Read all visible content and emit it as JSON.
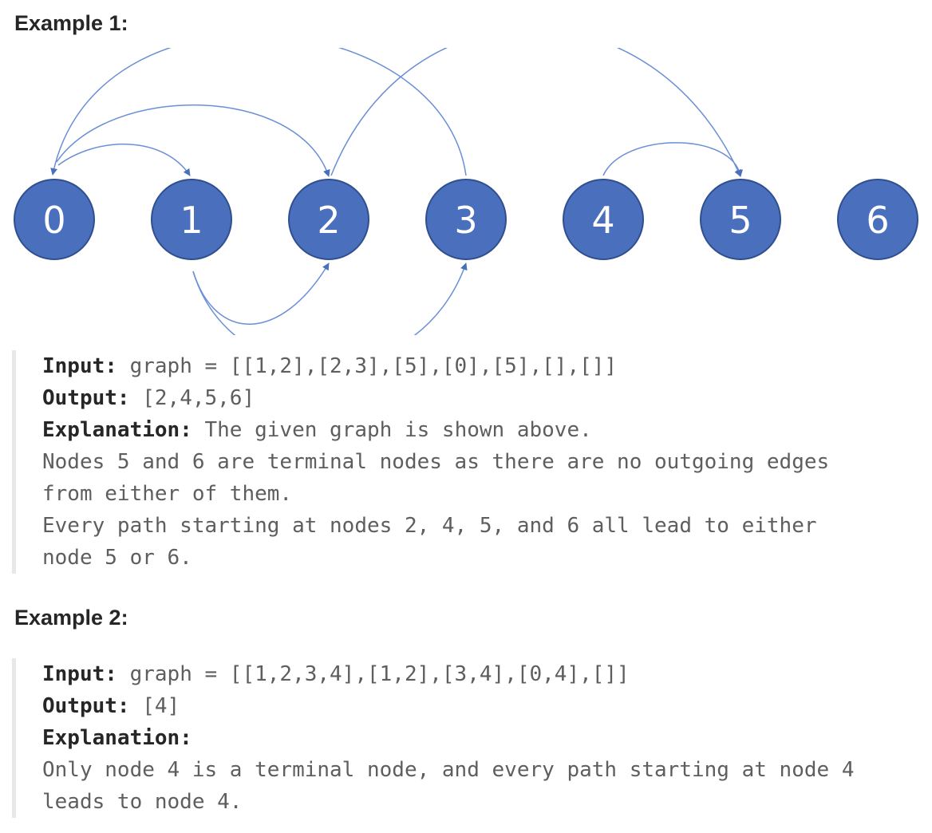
{
  "example1": {
    "heading": "Example 1:",
    "input_label": "Input:",
    "input_value": " graph = [[1,2],[2,3],[5],[0],[5],[],[]]",
    "output_label": "Output:",
    "output_value": " [2,4,5,6]",
    "explanation_label": "Explanation:",
    "explanation_value": " The given graph is shown above.",
    "explanation_lines": [
      "Nodes 5 and 6 are terminal nodes as there are no outgoing edges",
      "from either of them.",
      "Every path starting at nodes 2, 4, 5, and 6 all lead to either",
      "node 5 or 6."
    ],
    "graph": {
      "nodes": [
        "0",
        "1",
        "2",
        "3",
        "4",
        "5",
        "6"
      ],
      "edges": [
        [
          0,
          1
        ],
        [
          0,
          2
        ],
        [
          1,
          2
        ],
        [
          1,
          3
        ],
        [
          2,
          5
        ],
        [
          3,
          0
        ],
        [
          4,
          5
        ]
      ],
      "node_color": "#4a6fbd",
      "node_border_color": "#2f4f8f",
      "edge_color": "#6b8fd6"
    }
  },
  "example2": {
    "heading": "Example 2:",
    "input_label": "Input:",
    "input_value": " graph = [[1,2,3,4],[1,2],[3,4],[0,4],[]]",
    "output_label": "Output:",
    "output_value": " [4]",
    "explanation_label": "Explanation:",
    "explanation_lines": [
      "Only node 4 is a terminal node, and every path starting at node 4",
      "leads to node 4."
    ]
  }
}
